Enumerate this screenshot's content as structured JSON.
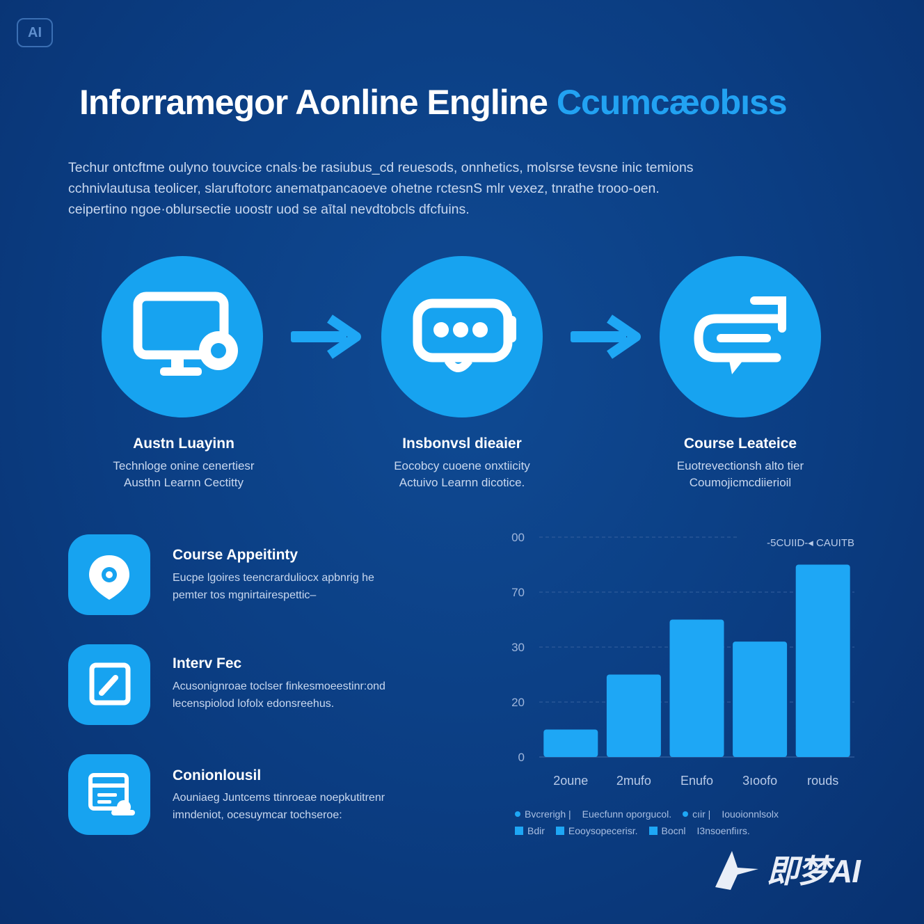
{
  "badge": "AI",
  "title": {
    "main": "Inforramegor Aonline Engline ",
    "accent": "Ccumcæobıss"
  },
  "intro": [
    "Techur ontcftme oulyno touvcice cnals·be rasiubus_cd reuesods, onnhetics, molsrse tevsne inic temions",
    "cchnivlautusa teolicer, slaruftotorc anematpancaoeve ohetne rctesnS mlr vexez, tnrathe trooo-oen.",
    "ceipertino ngoe·oblursectie uoostr uod se aītal nevdtobcls dfcfuins."
  ],
  "steps": [
    {
      "title": "Austn Luayinn",
      "desc": [
        "Technloge onine cenertiesr",
        "Austhn Learnn Cectitty"
      ],
      "icon": "monitor-gear-icon"
    },
    {
      "title": "Insbonvsl dieaier",
      "desc": [
        "Eocobcy cuoene onxtiicity",
        "Actuivo Learnn dicotice."
      ],
      "icon": "chat-dots-icon"
    },
    {
      "title": "Course Leateice",
      "desc": [
        "Euotrevectionsh alto tier",
        "Coumojicmcdiierioil"
      ],
      "icon": "message-sync-icon"
    }
  ],
  "features": [
    {
      "title": "Course Appeitinty",
      "desc": [
        "Eucpe lgoires teencrarduliocx apbnrig he",
        "pemter tos mgnirtairespettic–"
      ],
      "icon": "location-pin-icon"
    },
    {
      "title": "Interv Fec",
      "desc": [
        "Acusonignroae toclser finkesmoeestinr:ond",
        "lecenspiolod lofolx edonsreehus."
      ],
      "icon": "edit-square-icon"
    },
    {
      "title": "Conionlousil",
      "desc": [
        "Aouniaeg Juntcems ttinroeae noepkutitrenr",
        "imndeniot, ocesuymcar tochseroe:"
      ],
      "icon": "document-card-icon"
    }
  ],
  "chart_data": {
    "type": "bar",
    "categories": [
      "2oune",
      "2mufo",
      "Enufo",
      "3ıoofo",
      "rouds"
    ],
    "values": [
      10,
      30,
      50,
      42,
      70
    ],
    "yticks": [
      "0",
      "20",
      "30",
      "70",
      "00"
    ],
    "ylim": [
      0,
      80
    ],
    "legend_top": "-5CUIID-◂ CAUITB",
    "grid": true,
    "legend": [
      [
        "Bvcrerigh  |",
        "Euecfunn oporgucol.",
        "cıir  |",
        "Iouoionnlsolx"
      ],
      [
        "Bdir",
        "Eooysopecerisr.",
        "Bocnl",
        "I3nsoenfiırs."
      ]
    ],
    "bar_color": "#1ea7f5"
  },
  "watermark": "即梦AI",
  "colors": {
    "background": "#0b3d82",
    "accent": "#1ea7f5",
    "text_muted": "#c9d8ef"
  }
}
